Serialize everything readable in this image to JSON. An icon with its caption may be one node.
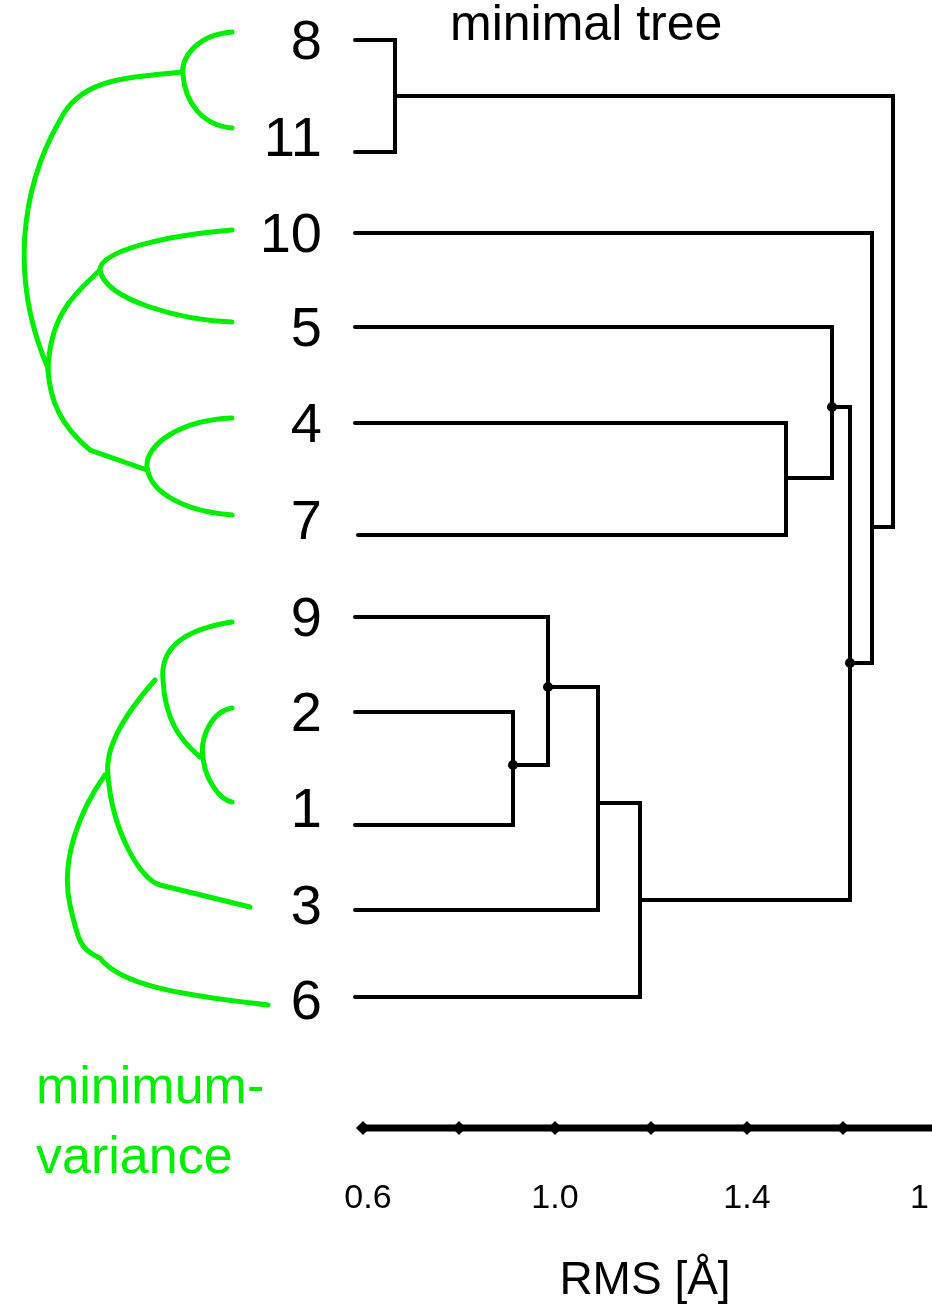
{
  "diagram": {
    "title": "minimal tree",
    "labels": [
      "8",
      "11",
      "10",
      "5",
      "4",
      "7",
      "9",
      "2",
      "1",
      "3",
      "6",
      "minimum-variance",
      "0.6",
      "1.0",
      "1.4",
      "1",
      "RMS [Å]"
    ]
  }
}
